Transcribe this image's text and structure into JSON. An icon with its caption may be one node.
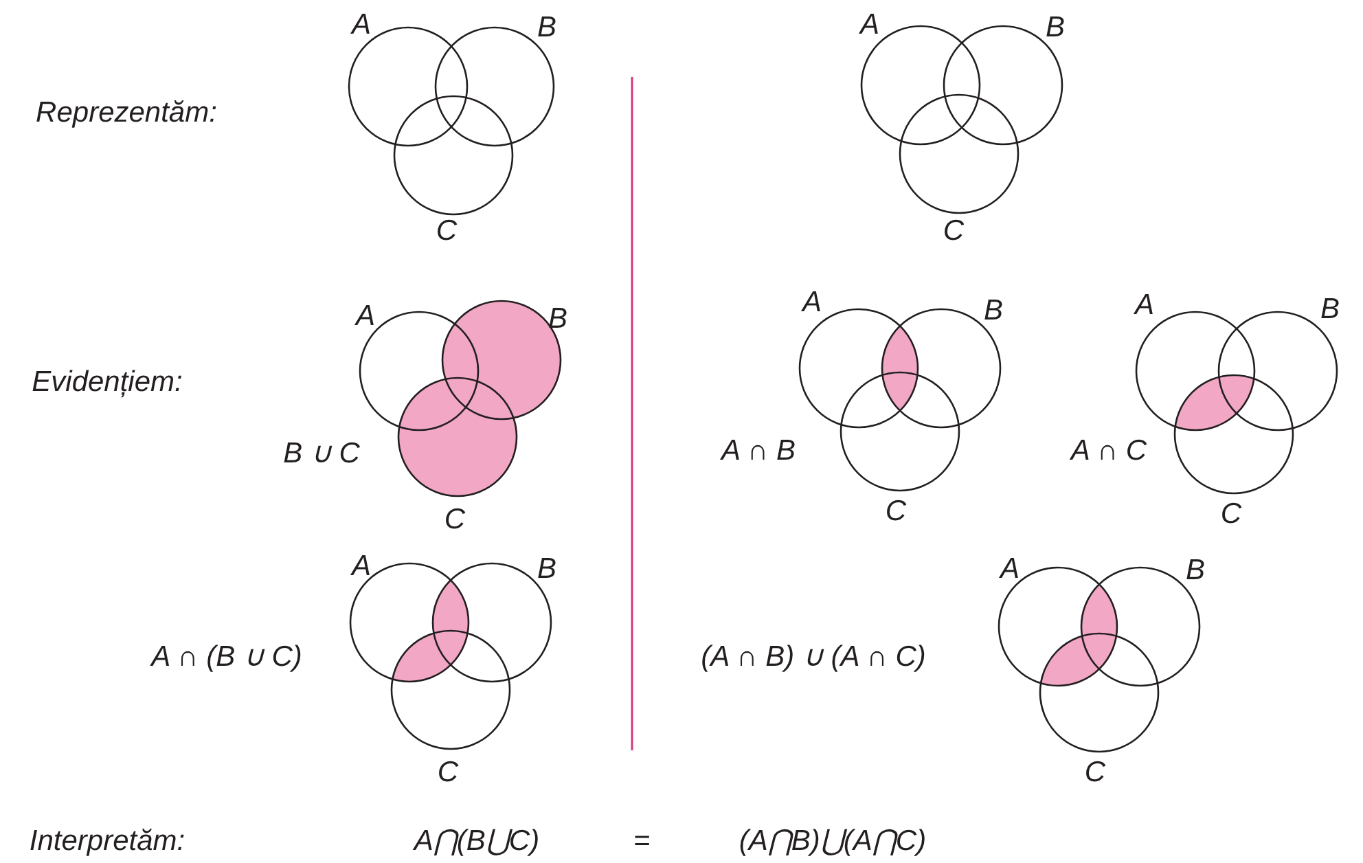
{
  "diagram": {
    "labels": [
      "Reprezentăm:",
      "A",
      "B",
      "C",
      "A",
      "B",
      "C",
      "Evidențiem:",
      "A",
      "B",
      "C",
      "B ∪ C",
      "A",
      "B",
      "C",
      "A ∩ B",
      "A",
      "B",
      "C",
      "A ∩ C",
      "A ∩ (B ∪ C)",
      "A",
      "B",
      "C",
      "(A ∩ B) ∪ (A ∩ C)",
      "A",
      "B",
      "C",
      "Interpretăm:",
      "A⋂(B⋃C)",
      "=",
      "(A⋂B)⋃(A⋂C)"
    ]
  }
}
